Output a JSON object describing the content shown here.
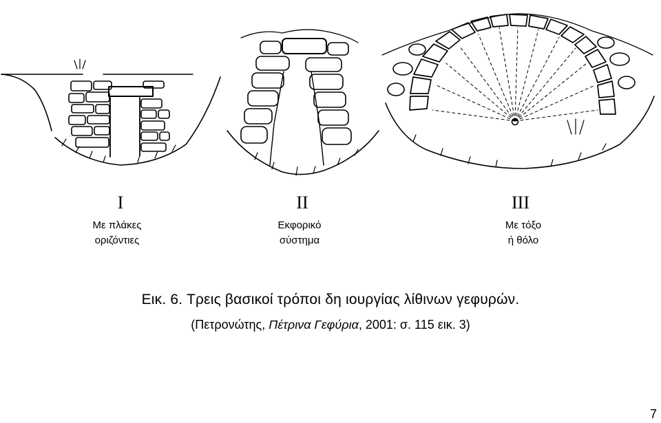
{
  "figure": {
    "types": [
      {
        "numeral": "I",
        "label_line1": "Με πλάκες",
        "label_line2": "οριζόντιες"
      },
      {
        "numeral": "II",
        "label_line1": "Εκφορικό",
        "label_line2": "σύστημα"
      },
      {
        "numeral": "III",
        "label_line1": "Με τόξο",
        "label_line2": "ή θόλο"
      }
    ]
  },
  "caption": {
    "title": "Εικ. 6. Τρεις βασικοί τρόποι δη ιουργίας λίθινων γεφυρών.",
    "source_prefix": "(Πετρονώτης, ",
    "source_title": "Πέτρινα Γεφύρια",
    "source_suffix": ", 2001: σ. 115 εικ. 3)"
  },
  "page_number": "7",
  "colors": {
    "ink": "#000000",
    "paper": "#ffffff"
  }
}
